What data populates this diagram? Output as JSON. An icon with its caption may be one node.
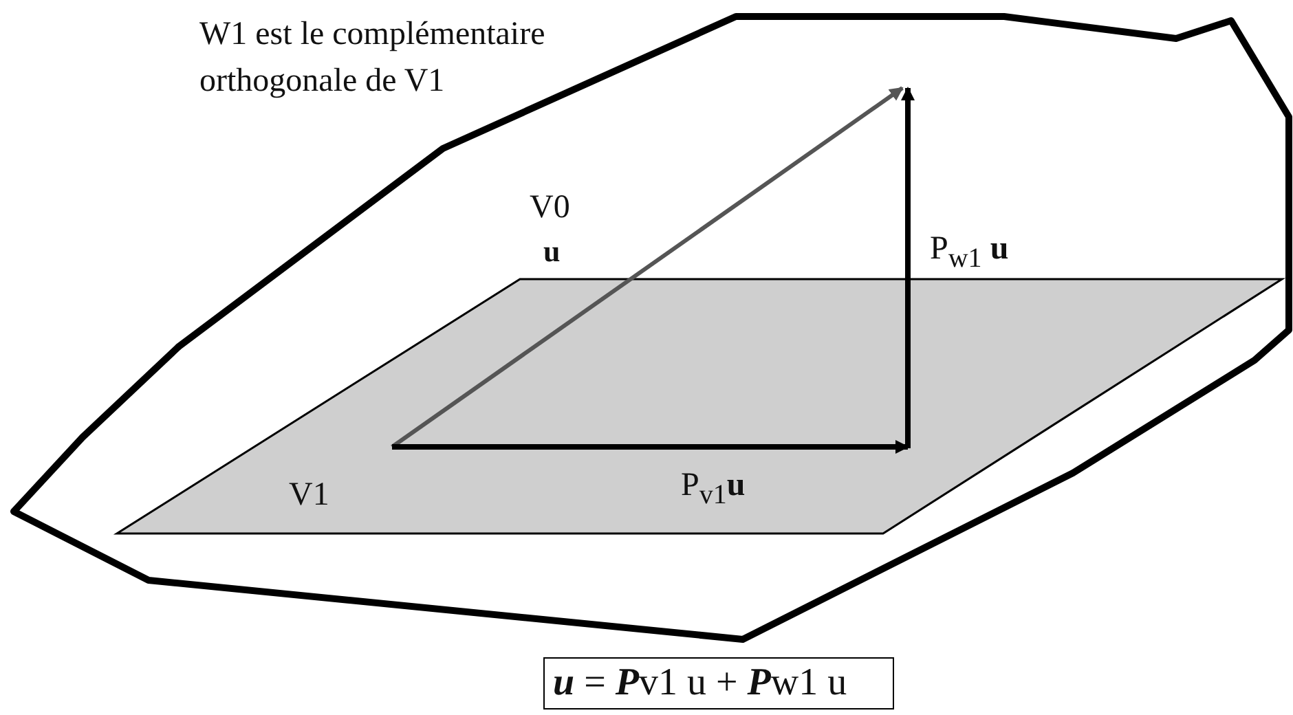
{
  "diagram": {
    "nodes": [
      {
        "text": [
          "V0"
        ]
      },
      {
        "text": [
          "V1"
        ],
        "in": 0
      },
      {
        "text": [
          "**u** = **P**v1 u + **P**w1 u"
        ]
      }
    ],
    "labels": [
      "W1 est le complémentaire orthogonale de V1",
      "u",
      "P$_{w1}$ **u**",
      "P$_{v1}$**u**"
    ]
  }
}
